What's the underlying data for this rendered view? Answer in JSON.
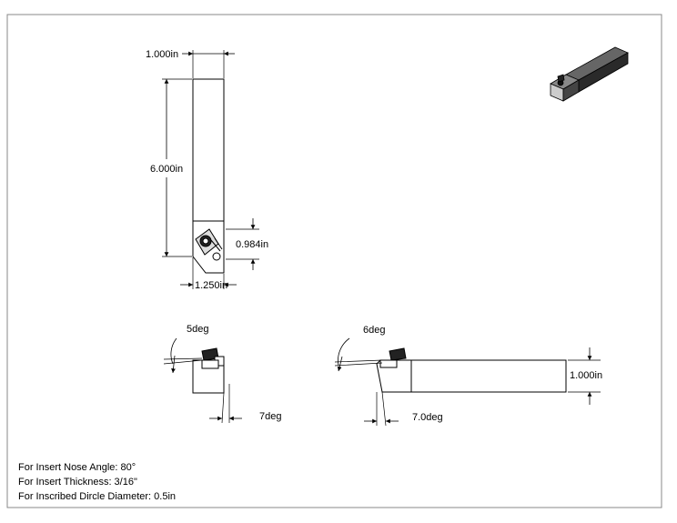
{
  "dimensions": {
    "shank_width": "1.000in",
    "overall_length": "6.000in",
    "head_height": "0.984in",
    "head_width": "1.250in",
    "end_relief_angle": "5deg",
    "side_clearance_angle": "7deg",
    "side_relief_angle": "6deg",
    "side_clearance_angle_2": "7.0deg",
    "side_view_height": "1.000in"
  },
  "notes": [
    "For Insert Nose Angle: 80°",
    "For Insert Thickness: 3/16\"",
    "For Inscribed Dircle Diameter: 0.5in"
  ],
  "colors": {
    "line": "#000000",
    "body": "#ffffff",
    "iso_dark": "#2a2a2a",
    "iso_mid": "#555555"
  }
}
